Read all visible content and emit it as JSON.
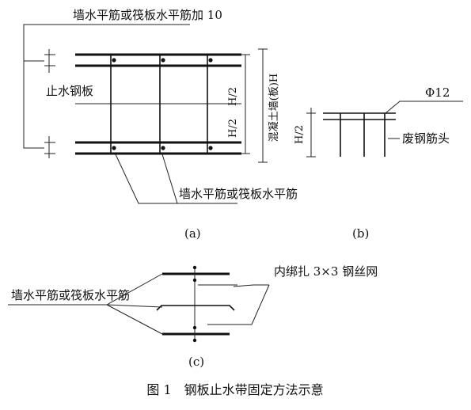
{
  "labels": {
    "top_leader": "墙水平筋或筏板水平筋加 10",
    "steel_plate": "止水钢板",
    "bottom_leader": "墙水平筋或筏板水平筋",
    "wall_height": "混凝土墙(板)H",
    "half_h": "H/2",
    "phi12": "Φ12",
    "scrap_rebar": "废钢筋头",
    "mesh": "内绑扎 3×3 钢丝网",
    "rebar_c": "墙水平筋或筏板水平筋",
    "sub_a": "(a)",
    "sub_b": "(b)",
    "sub_c": "(c)"
  },
  "caption": "图 1　钢板止水带固定方法示意"
}
